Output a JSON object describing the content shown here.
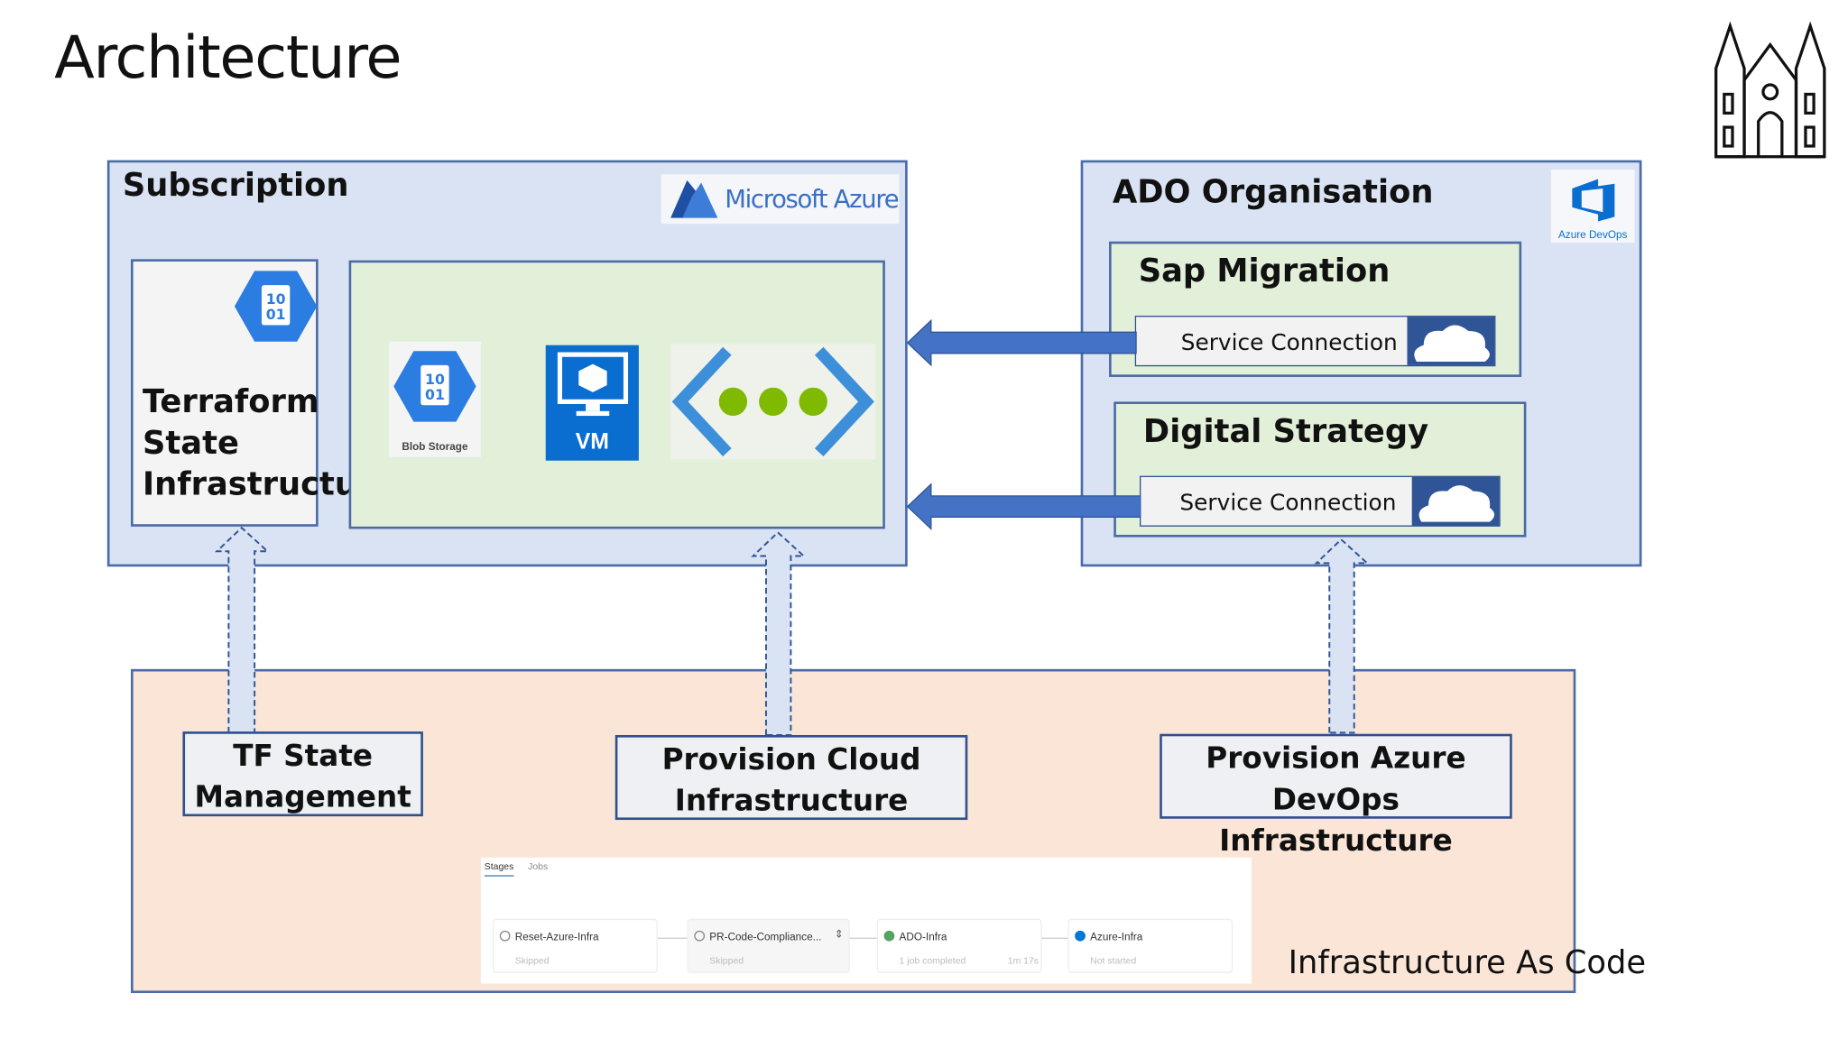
{
  "title": "Architecture",
  "subscription": {
    "label": "Subscription",
    "azure_logo": "Microsoft Azure",
    "terraform": {
      "label": "Terraform State Infrastructure",
      "icon": "blob-storage-icon"
    },
    "resources": {
      "blob_label": "Blob Storage",
      "vm_label": "VM",
      "vnet_icon": "virtual-network-icon"
    }
  },
  "ado": {
    "label": "ADO Organisation",
    "logo_text": "Azure DevOps",
    "projects": [
      {
        "name": "Sap Migration",
        "service_connection": "Service Connection"
      },
      {
        "name": "Digital Strategy",
        "service_connection": "Service Connection"
      }
    ]
  },
  "iac": {
    "label": "Infrastructure As Code",
    "boxes": [
      "TF State Management",
      "Provision Cloud Infrastructure",
      "Provision Azure DevOps Infrastructure"
    ],
    "pipeline": {
      "tabs": [
        "Stages",
        "Jobs"
      ],
      "stages": [
        {
          "name": "Reset-Azure-Infra",
          "status": "Skipped",
          "color": "#888888"
        },
        {
          "name": "PR-Code-Compliance...",
          "status": "Skipped",
          "color": "#888888"
        },
        {
          "name": "ADO-Infra",
          "status": "1 job completed",
          "duration": "1m 17s",
          "color": "#55a362"
        },
        {
          "name": "Azure-Infra",
          "status": "Not started",
          "color": "#0078d4"
        }
      ]
    }
  },
  "colors": {
    "arrow": "#4472c4",
    "subscription_fill": "#dae3f3",
    "resource_fill": "#e2f0d9",
    "iac_fill": "#fbe5d6"
  }
}
